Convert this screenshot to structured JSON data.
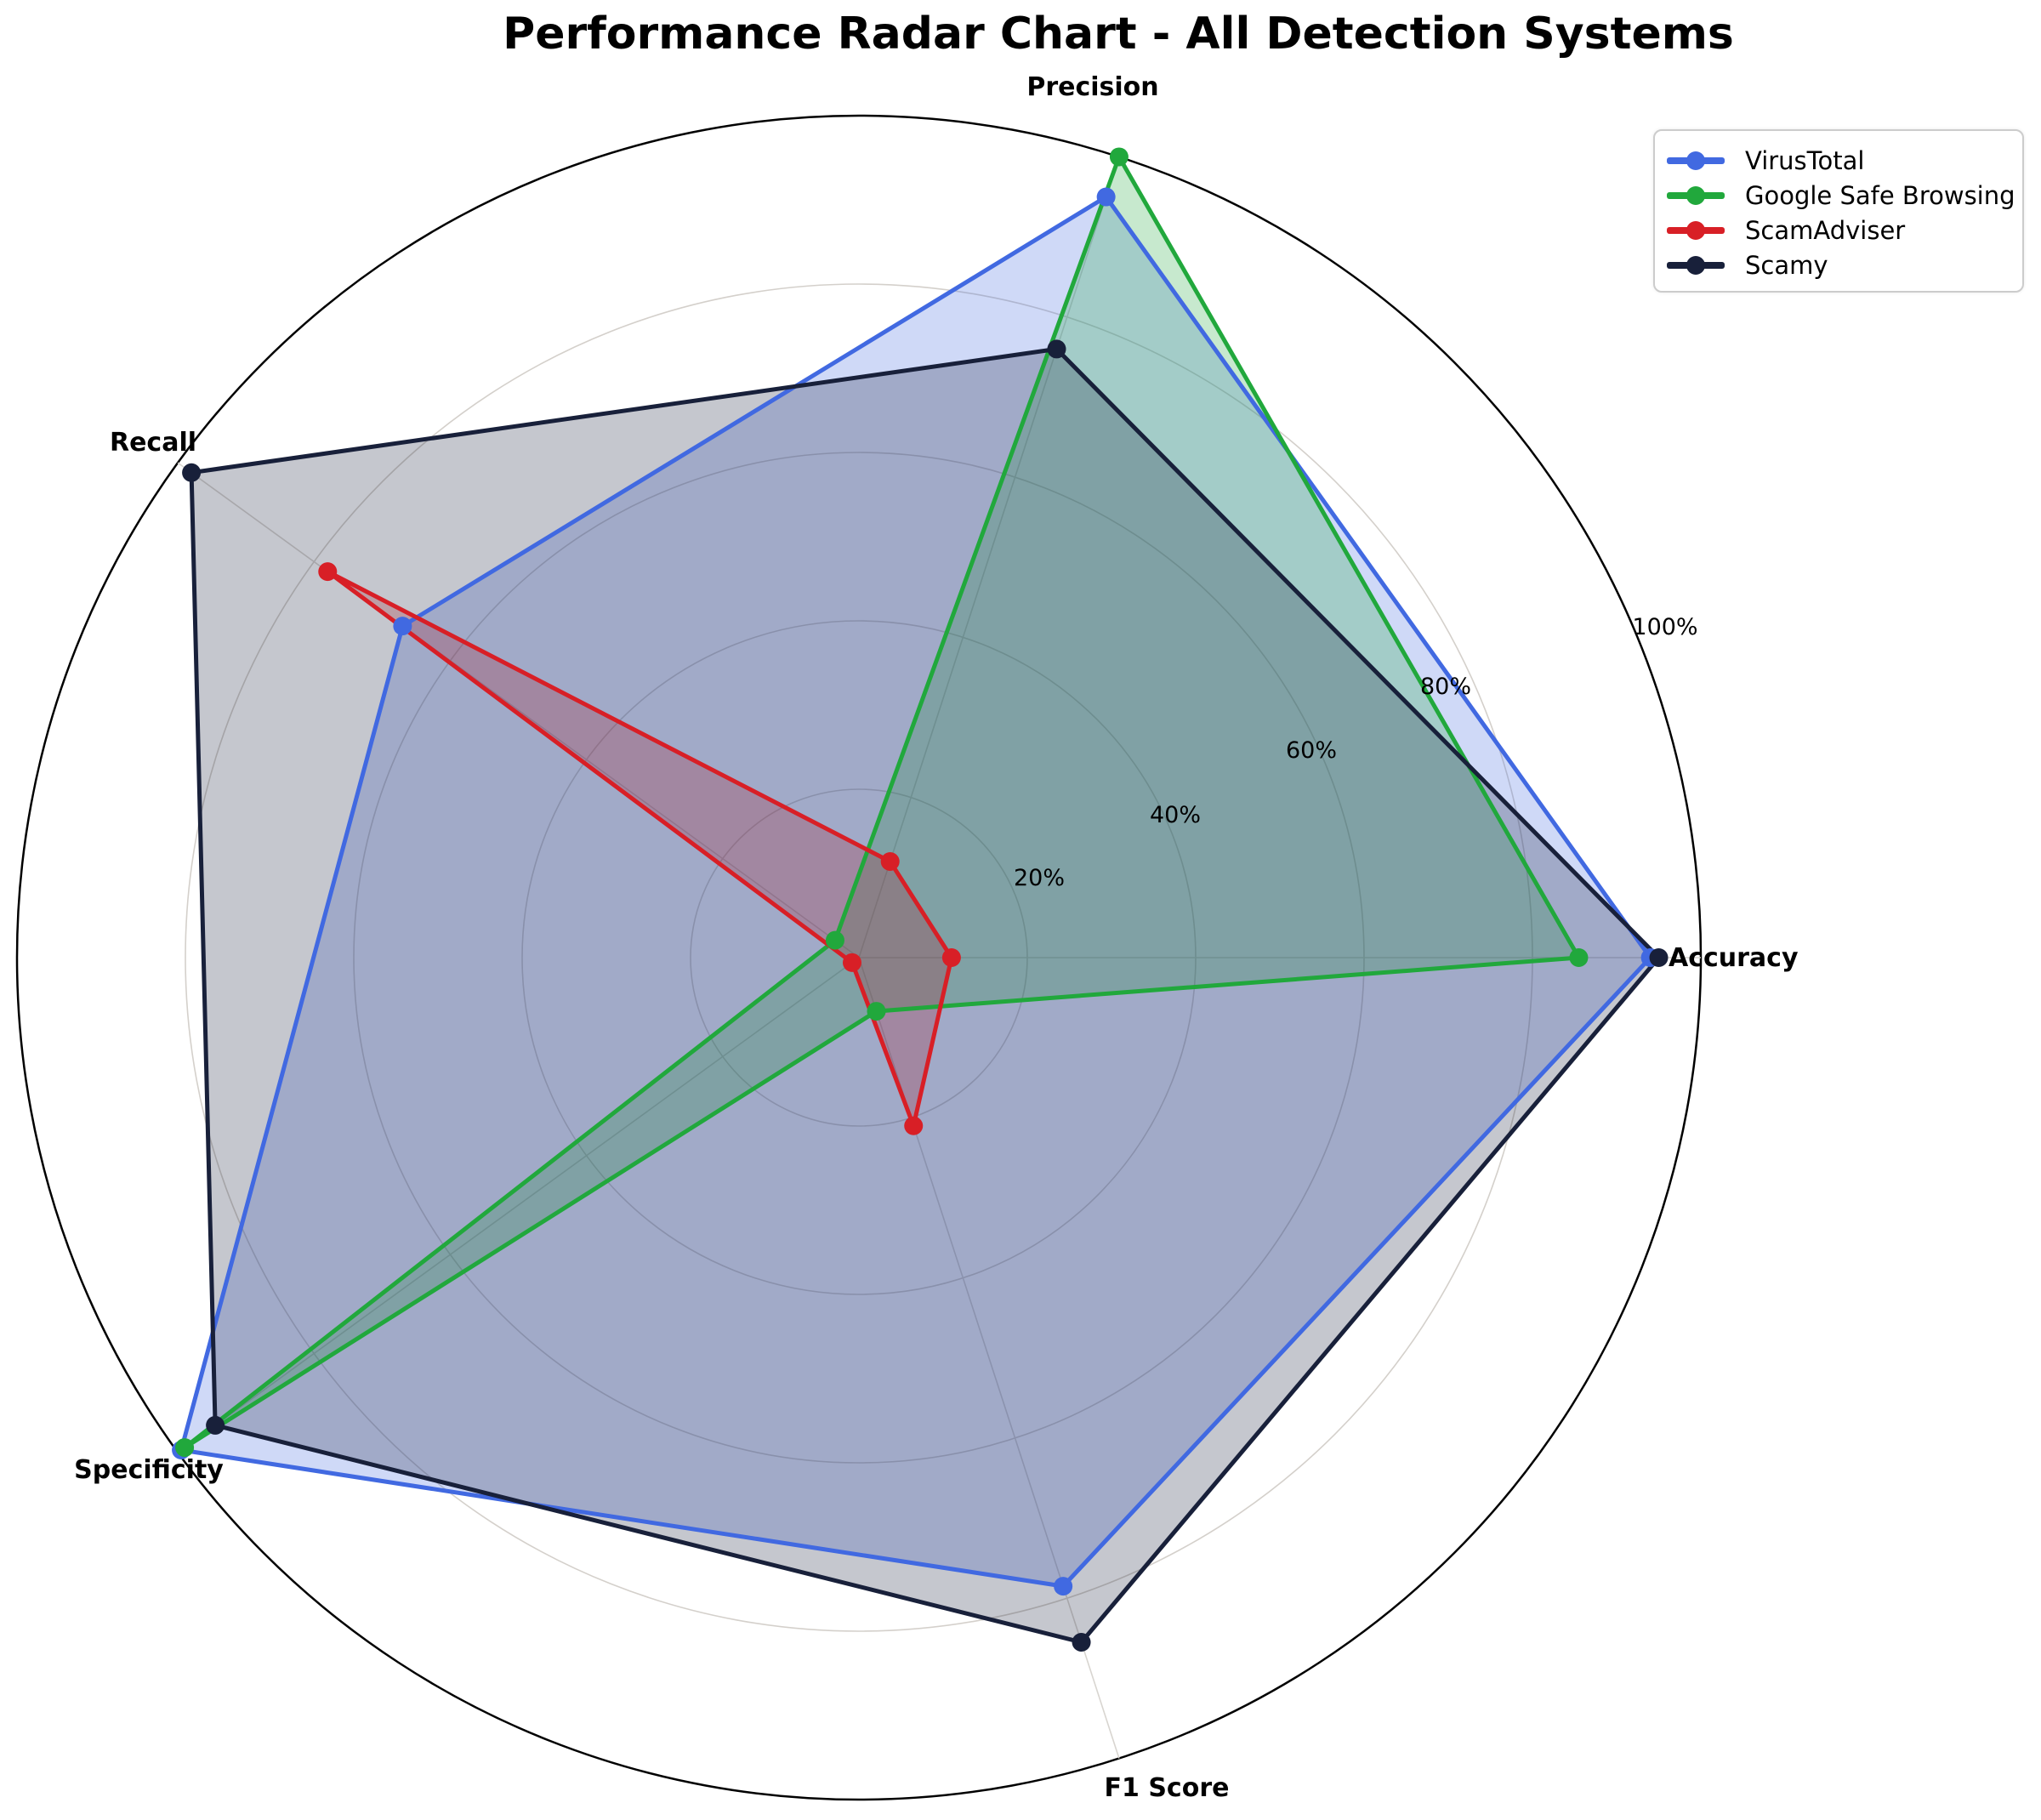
{
  "title": "Performance Radar Chart - All Detection Systems",
  "legend": {
    "position": "upper right",
    "items": [
      {
        "label": "VirusTotal",
        "color": "#4169e1"
      },
      {
        "label": "Google Safe Browsing",
        "color": "#21a83c"
      },
      {
        "label": "ScamAdviser",
        "color": "#d81f26"
      },
      {
        "label": "Scamy",
        "color": "#18203a"
      }
    ]
  },
  "chart_data": {
    "type": "radar",
    "title": "Performance Radar Chart - All Detection Systems",
    "categories": [
      "Accuracy",
      "Precision",
      "Recall",
      "Specificity",
      "F1 Score"
    ],
    "unit": "%",
    "rlim": [
      0,
      100
    ],
    "rticks": [
      20,
      40,
      60,
      80,
      100
    ],
    "rtick_labels": [
      "20%",
      "40%",
      "60%",
      "80%",
      "100%"
    ],
    "grid": true,
    "legend_position": "upper right",
    "series": [
      {
        "name": "VirusTotal",
        "color": "#4169e1",
        "values": [
          94,
          95,
          67,
          99.5,
          78.5
        ]
      },
      {
        "name": "Google Safe Browsing",
        "color": "#21a83c",
        "values": [
          85.5,
          100,
          3.5,
          99,
          6.7
        ]
      },
      {
        "name": "ScamAdviser",
        "color": "#d81f26",
        "values": [
          11,
          12,
          78,
          1,
          21
        ]
      },
      {
        "name": "Scamy",
        "color": "#18203a",
        "values": [
          95,
          76,
          98,
          94.5,
          85.5
        ]
      }
    ]
  }
}
